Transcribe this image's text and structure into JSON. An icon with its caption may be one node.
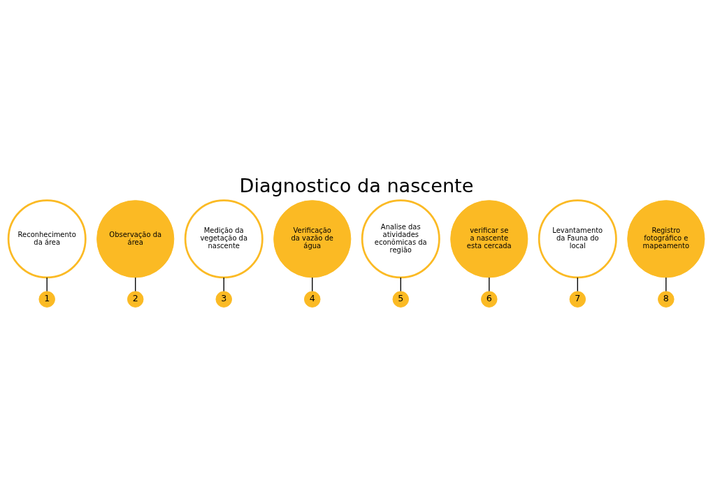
{
  "diagram": {
    "title": "Diagnostico da nascente",
    "nodes": [
      {
        "text": [
          "Reconhecimento da área"
        ]
      },
      {
        "text": [
          "Observação da área"
        ]
      },
      {
        "text": [
          "Medição da vegetação da nascente"
        ]
      },
      {
        "text": [
          "Verificação da vazão de água"
        ]
      },
      {
        "text": [
          "Analise das atividades econômicas da região"
        ]
      },
      {
        "text": [
          "verificar se a nascente esta cercada"
        ]
      },
      {
        "text": [
          "Levantamento da Fauna do local"
        ]
      },
      {
        "text": [
          "Registro fotográfico e mapeamento"
        ]
      },
      {
        "text": [
          "1"
        ]
      },
      {
        "text": [
          "2"
        ]
      },
      {
        "text": [
          "3"
        ]
      },
      {
        "text": [
          "4"
        ]
      },
      {
        "text": [
          "5"
        ]
      },
      {
        "text": [
          "6"
        ]
      },
      {
        "text": [
          "7"
        ]
      },
      {
        "text": [
          "8"
        ]
      }
    ],
    "edges": [
      {
        "from": 0,
        "to": 8,
        "arrow": "none"
      },
      {
        "from": 1,
        "to": 9,
        "arrow": "none"
      },
      {
        "from": 2,
        "to": 10,
        "arrow": "none"
      },
      {
        "from": 3,
        "to": 11,
        "arrow": "none"
      },
      {
        "from": 4,
        "to": 12,
        "arrow": "none"
      },
      {
        "from": 5,
        "to": 13,
        "arrow": "none"
      },
      {
        "from": 6,
        "to": 14,
        "arrow": "none"
      },
      {
        "from": 7,
        "to": 15,
        "arrow": "none"
      }
    ]
  }
}
